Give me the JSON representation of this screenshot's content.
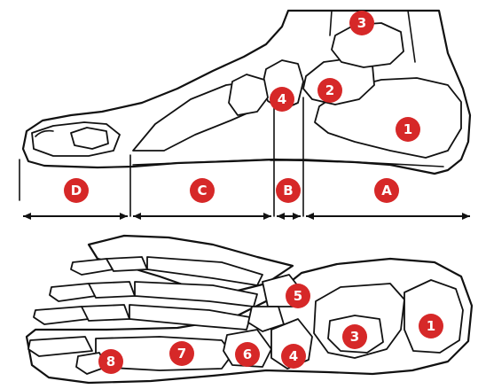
{
  "colors": {
    "badge": "#d62828",
    "badge_text": "#ffffff",
    "line": "#111111"
  },
  "side_view": {
    "regions": [
      {
        "id": "A",
        "label": "A"
      },
      {
        "id": "B",
        "label": "B"
      },
      {
        "id": "C",
        "label": "C"
      },
      {
        "id": "D",
        "label": "D"
      }
    ],
    "bones": [
      {
        "id": "1",
        "label": "1"
      },
      {
        "id": "2",
        "label": "2"
      },
      {
        "id": "3",
        "label": "3"
      },
      {
        "id": "4",
        "label": "4"
      }
    ]
  },
  "top_view": {
    "bones": [
      {
        "id": "1",
        "label": "1"
      },
      {
        "id": "3",
        "label": "3"
      },
      {
        "id": "4",
        "label": "4"
      },
      {
        "id": "5",
        "label": "5"
      },
      {
        "id": "6",
        "label": "6"
      },
      {
        "id": "7",
        "label": "7"
      },
      {
        "id": "8",
        "label": "8"
      }
    ]
  }
}
